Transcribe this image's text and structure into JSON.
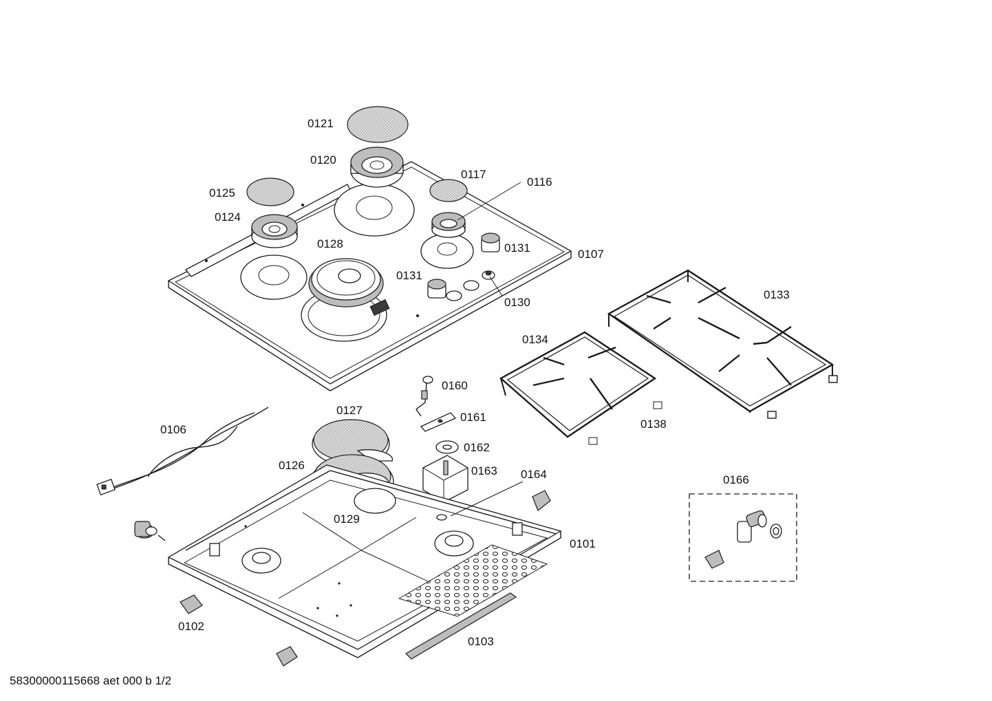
{
  "footer": "58300000115668 aet 000 b 1/2",
  "parts": {
    "p0121": "0121",
    "p0120": "0120",
    "p0125": "0125",
    "p0124": "0124",
    "p0117": "0117",
    "p0116": "0116",
    "p0128": "0128",
    "p0131a": "0131",
    "p0131b": "0131",
    "p0107": "0107",
    "p0130": "0130",
    "p0133": "0133",
    "p0134": "0134",
    "p0138": "0138",
    "p0160": "0160",
    "p0161": "0161",
    "p0162": "0162",
    "p0163": "0163",
    "p0164": "0164",
    "p0127": "0127",
    "p0106": "0106",
    "p0126": "0126",
    "p0129": "0129",
    "p0101": "0101",
    "p0166": "0166",
    "p0102": "0102",
    "p0103": "0103"
  }
}
